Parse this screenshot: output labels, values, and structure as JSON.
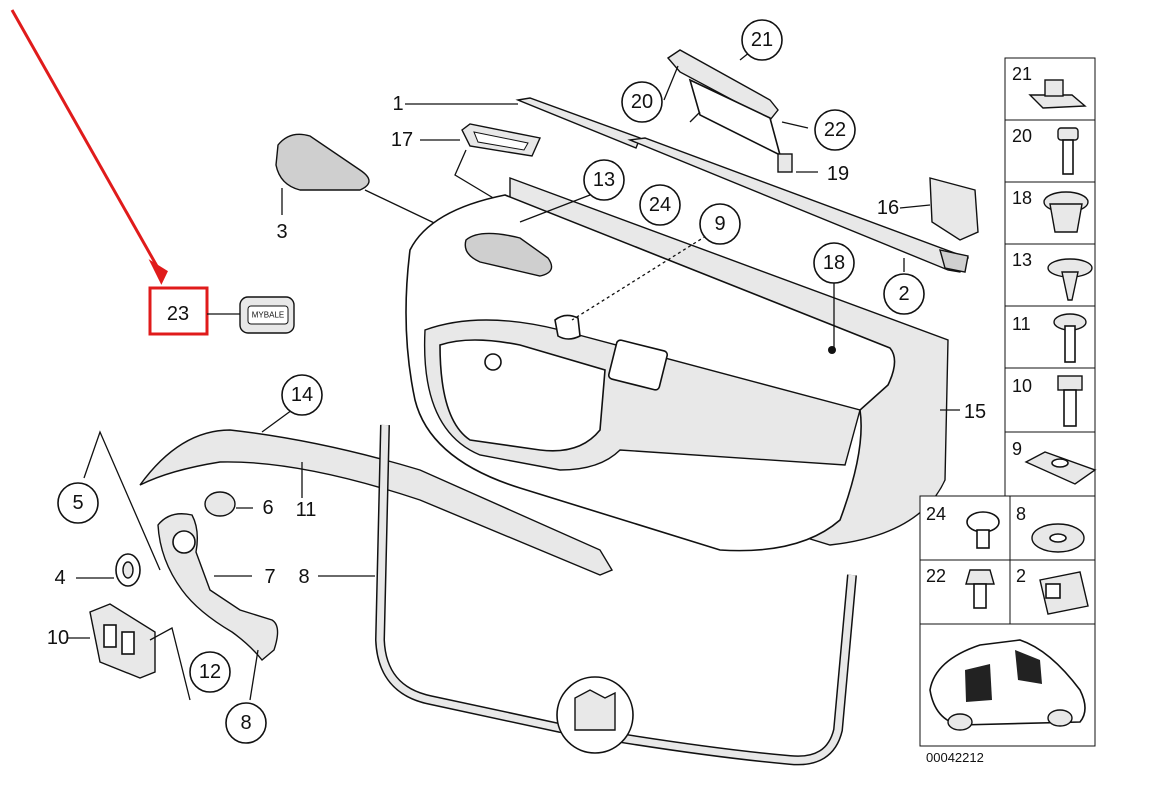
{
  "diagram": {
    "callouts": [
      {
        "id": "c1",
        "label": "1"
      },
      {
        "id": "c17",
        "label": "17"
      },
      {
        "id": "c3",
        "label": "3"
      },
      {
        "id": "c23",
        "label": "23"
      },
      {
        "id": "c21",
        "label": "21"
      },
      {
        "id": "c20",
        "label": "20"
      },
      {
        "id": "c22",
        "label": "22"
      },
      {
        "id": "c19",
        "label": "19"
      },
      {
        "id": "c13",
        "label": "13"
      },
      {
        "id": "c24",
        "label": "24"
      },
      {
        "id": "c9",
        "label": "9"
      },
      {
        "id": "c16",
        "label": "16"
      },
      {
        "id": "c18",
        "label": "18"
      },
      {
        "id": "c2",
        "label": "2"
      },
      {
        "id": "c14",
        "label": "14"
      },
      {
        "id": "c8a",
        "label": "8"
      },
      {
        "id": "c15",
        "label": "15"
      },
      {
        "id": "c12",
        "label": "12"
      },
      {
        "id": "c11",
        "label": "11"
      },
      {
        "id": "c6",
        "label": "6"
      },
      {
        "id": "c5",
        "label": "5"
      },
      {
        "id": "c4",
        "label": "4"
      },
      {
        "id": "c7",
        "label": "7"
      },
      {
        "id": "c8b",
        "label": "8"
      },
      {
        "id": "c10",
        "label": "10"
      }
    ],
    "side_panel": [
      "21",
      "20",
      "18",
      "13",
      "11",
      "10",
      "9",
      "24",
      "8",
      "22",
      "2"
    ],
    "badge_text": "MYBALE",
    "doc_id": "00042212",
    "highlight_color": "#e01b1b"
  }
}
